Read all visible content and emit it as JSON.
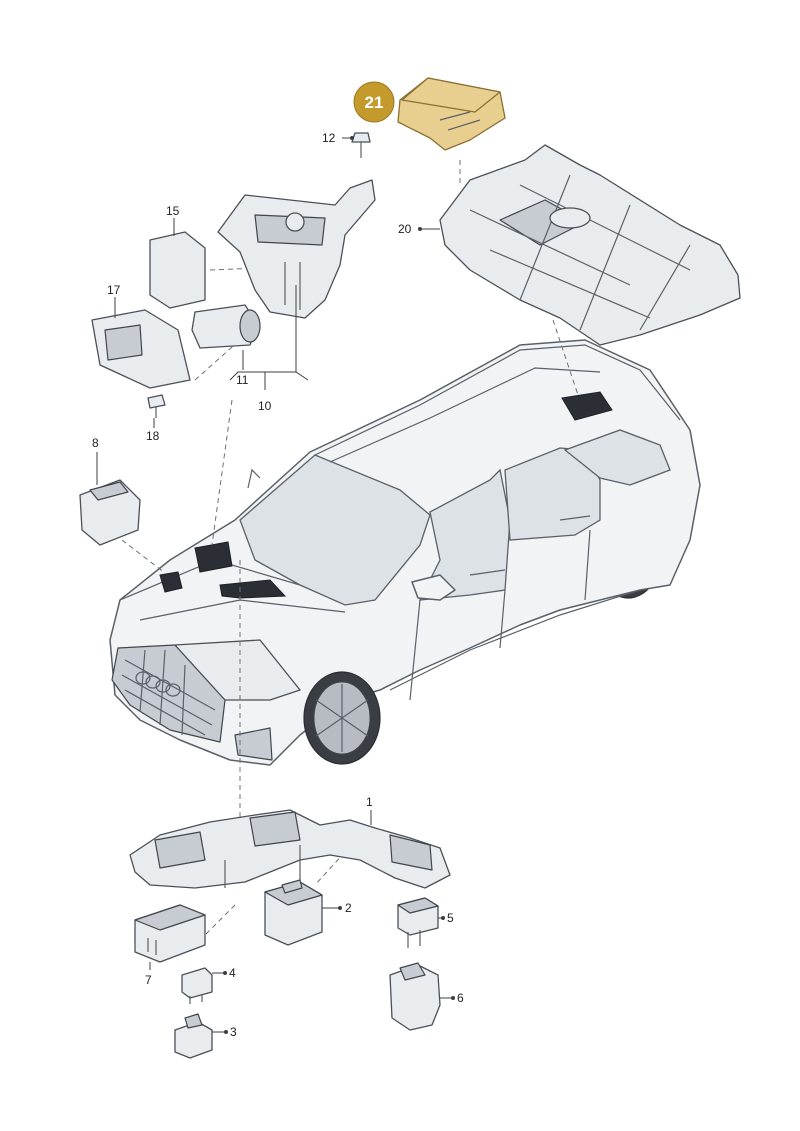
{
  "callouts": [
    {
      "id": "1",
      "label": "1"
    },
    {
      "id": "2",
      "label": "2"
    },
    {
      "id": "3",
      "label": "3"
    },
    {
      "id": "4",
      "label": "4"
    },
    {
      "id": "5",
      "label": "5"
    },
    {
      "id": "6",
      "label": "6"
    },
    {
      "id": "7",
      "label": "7"
    },
    {
      "id": "8",
      "label": "8"
    },
    {
      "id": "10",
      "label": "10"
    },
    {
      "id": "11",
      "label": "11"
    },
    {
      "id": "12",
      "label": "12"
    },
    {
      "id": "15",
      "label": "15"
    },
    {
      "id": "17",
      "label": "17"
    },
    {
      "id": "18",
      "label": "18"
    },
    {
      "id": "20",
      "label": "20"
    }
  ],
  "highlighted": {
    "label": "21",
    "color": "#c59a2d",
    "part_color": "#e8cf8f"
  }
}
